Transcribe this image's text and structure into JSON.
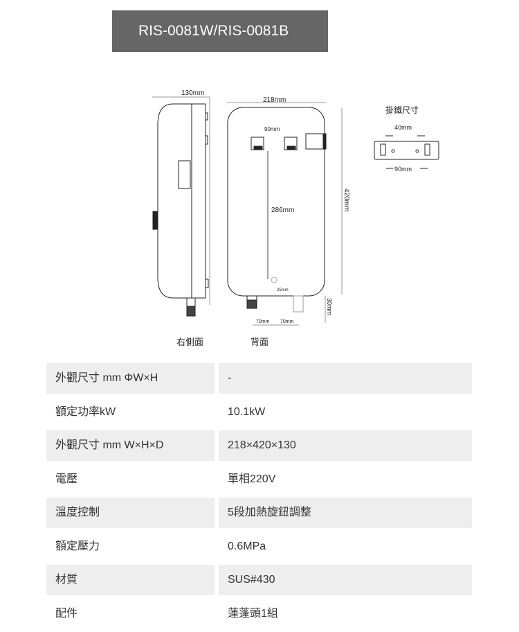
{
  "title": "RIS-0081W/RIS-0081B",
  "diagram": {
    "side_width": "130mm",
    "back_width": "218mm",
    "inlet_spacing": "90mm",
    "height": "420mm",
    "vertical": "286mm",
    "drain": "25mm",
    "pipe_left": "70mm",
    "pipe_right": "70mm",
    "pipe_len": "30mm",
    "side_label": "右側面",
    "back_label": "背面",
    "bracket_title": "掛鐵尺寸",
    "bracket_hole": "40mm",
    "bracket_width": "90mm"
  },
  "specs": [
    {
      "label": "外觀尺寸 mm ΦW×H",
      "value": "-"
    },
    {
      "label": "額定功率kW",
      "value": "10.1kW"
    },
    {
      "label": "外觀尺寸 mm W×H×D",
      "value": "218×420×130"
    },
    {
      "label": "電壓",
      "value": "單相220V"
    },
    {
      "label": "溫度控制",
      "value": "5段加熱旋鈕調整"
    },
    {
      "label": "額定壓力",
      "value": "0.6MPa"
    },
    {
      "label": "材質",
      "value": "SUS#430"
    },
    {
      "label": "配件",
      "value": "蓮蓬頭1組"
    }
  ]
}
